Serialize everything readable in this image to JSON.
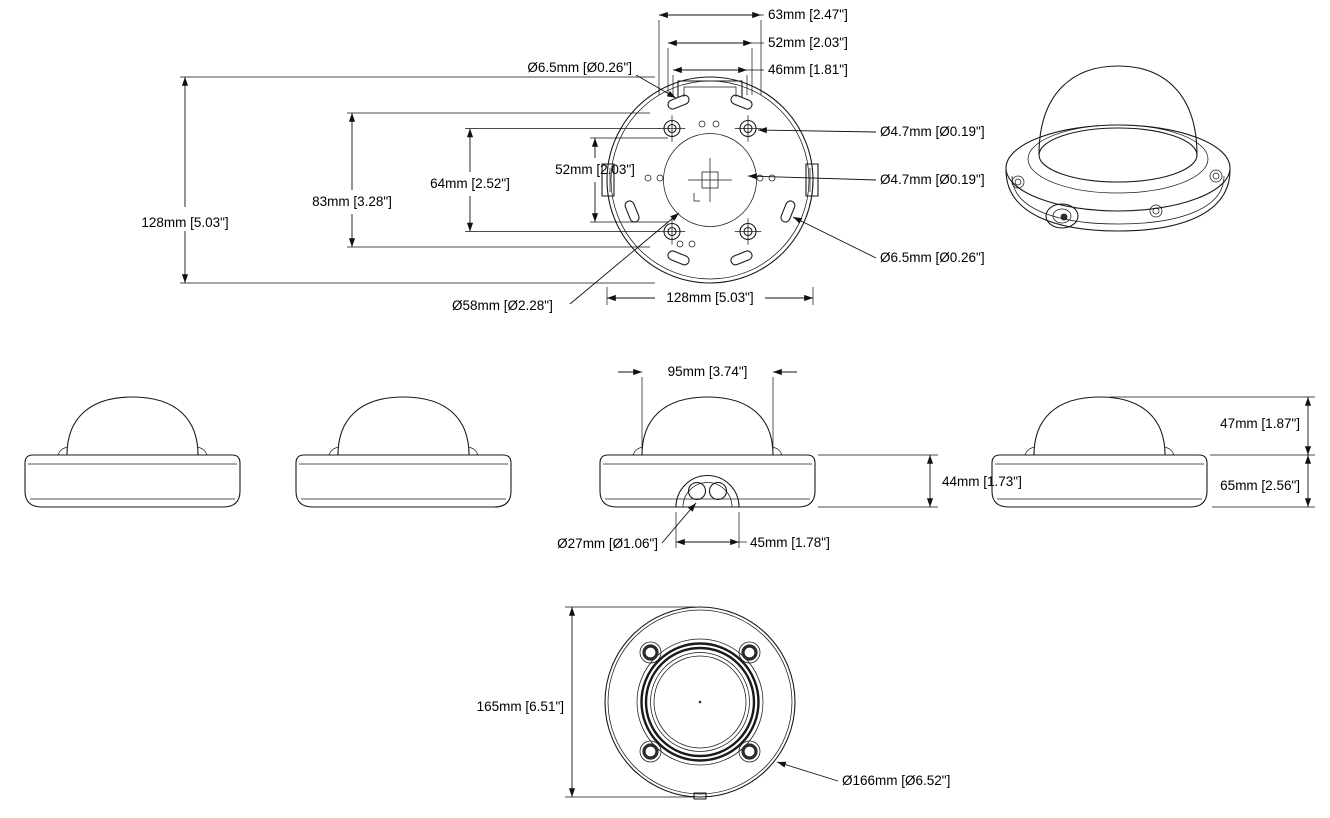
{
  "drawing": {
    "plate": {
      "dim_63": "63mm [2.47\"]",
      "dim_52_top": "52mm [2.03\"]",
      "dim_46": "46mm [1.81\"]",
      "dia_6_5_left": "Ø6.5mm [Ø0.26\"]",
      "dia_4_7_upper": "Ø4.7mm [Ø0.19\"]",
      "dia_4_7_lower": "Ø4.7mm [Ø0.19\"]",
      "dia_6_5_right": "Ø6.5mm [Ø0.26\"]",
      "dim_128_left": "128mm [5.03\"]",
      "dim_83": "83mm [3.28\"]",
      "dim_64": "64mm [2.52\"]",
      "dim_52_left": "52mm [2.03\"]",
      "dia_58": "Ø58mm [Ø2.28\"]",
      "dim_128_bottom": "128mm [5.03\"]"
    },
    "front": {
      "dim_95": "95mm [3.74\"]",
      "dim_44": "44mm [1.73\"]",
      "dia_27": "Ø27mm [Ø1.06\"]",
      "dim_45": "45mm [1.78\"]"
    },
    "side": {
      "dim_47": "47mm [1.87\"]",
      "dim_65": "65mm [2.56\"]"
    },
    "top": {
      "dim_165": "165mm [6.51\"]",
      "dia_166": "Ø166mm [Ø6.52\"]"
    }
  }
}
